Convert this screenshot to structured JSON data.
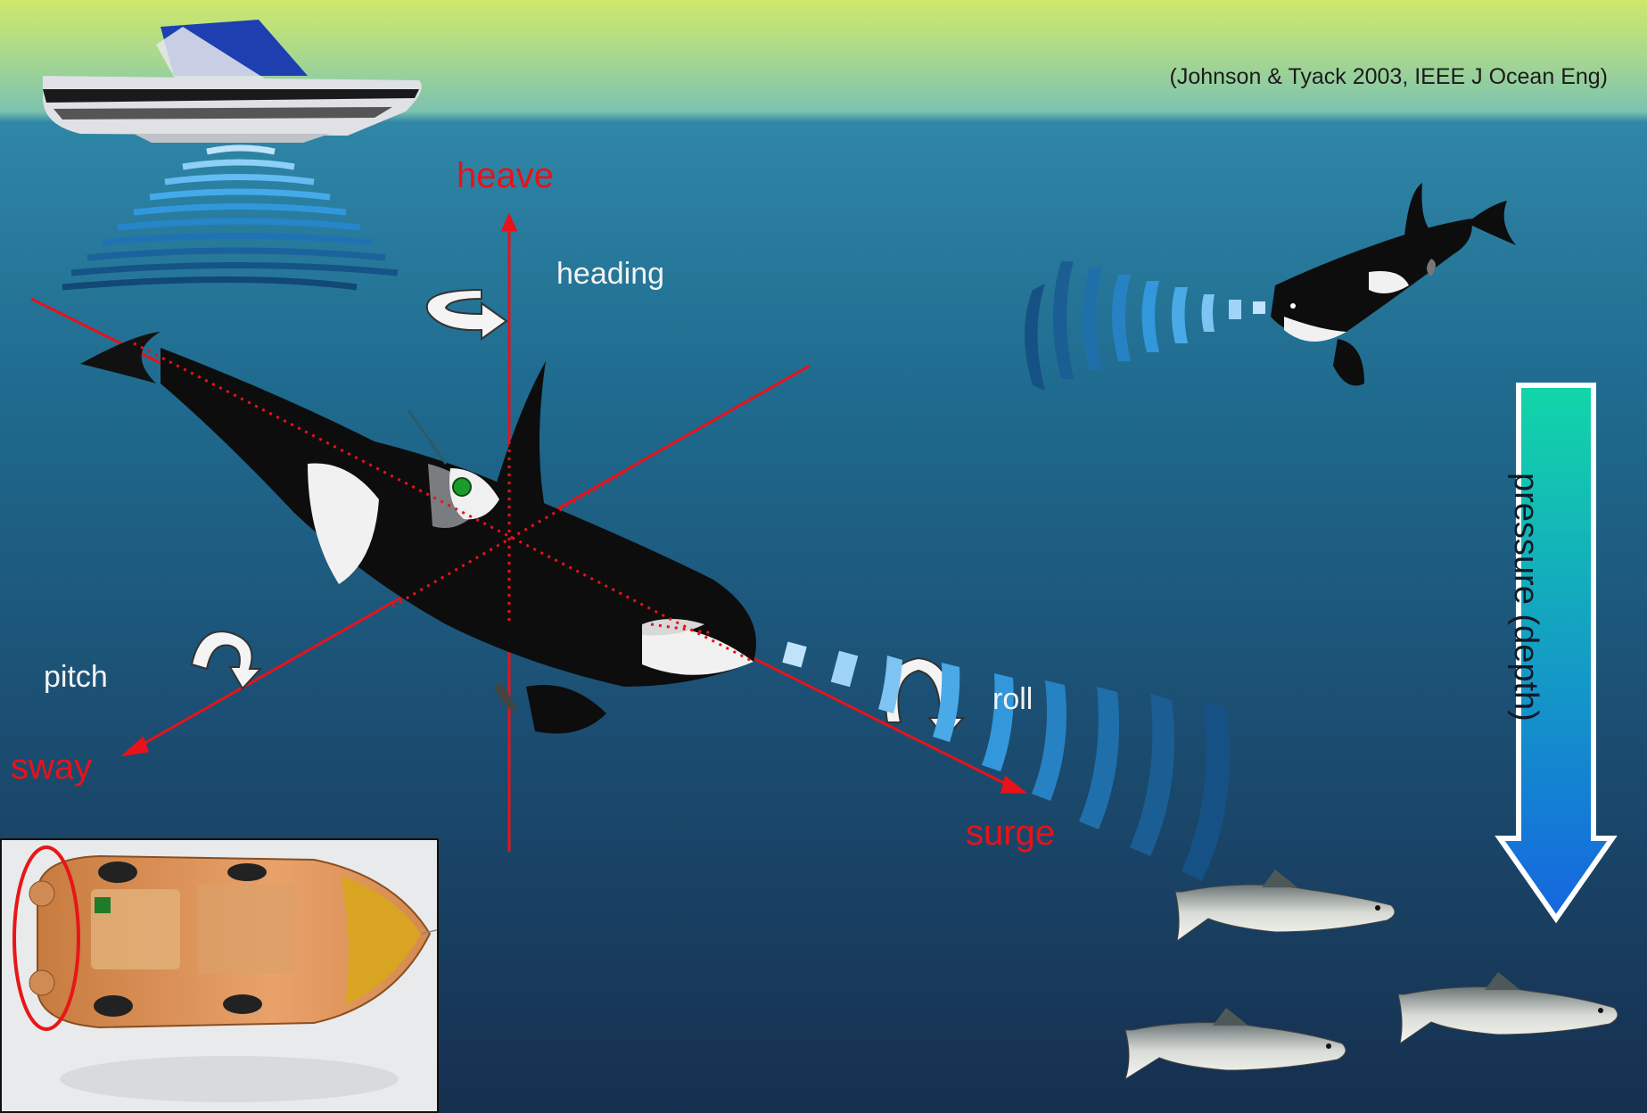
{
  "citation": "(Johnson & Tyack 2003, IEEE J Ocean Eng)",
  "axes": {
    "heave": "heave",
    "sway": "sway",
    "surge": "surge"
  },
  "rotations": {
    "heading": "heading",
    "pitch": "pitch",
    "roll": "roll"
  },
  "pressure_label": "pressure (depth)",
  "colors": {
    "axis_red": "#e8121a",
    "sonar_blue": "#2a8fd6",
    "arrow_gradient_top": "#12d6a8",
    "arrow_gradient_bottom": "#1566e0"
  },
  "icons": [
    "boat",
    "orca-tagged",
    "orca-distant",
    "salmon",
    "dtag-photo",
    "depth-arrow"
  ]
}
